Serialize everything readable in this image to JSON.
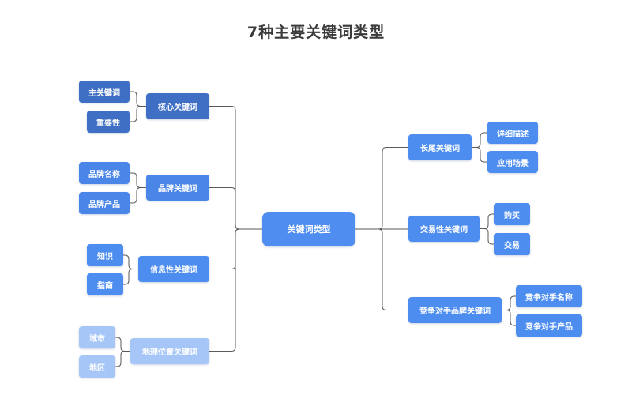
{
  "title": "7种主要关键词类型",
  "colors": {
    "root": "#4f8ef0",
    "core": "#3e6fc4",
    "brand": "#4a85e8",
    "info": "#4d8df0",
    "geo": "#a6c6f7",
    "right": "#4d8df0",
    "line": "#5a5a5a"
  },
  "root": {
    "label": "关键词类型"
  },
  "categories": {
    "core": {
      "label": "核心关键词",
      "children": [
        "主关键词",
        "重要性"
      ]
    },
    "brand": {
      "label": "品牌关键词",
      "children": [
        "品牌名称",
        "品牌产品"
      ]
    },
    "info": {
      "label": "信息性关键词",
      "children": [
        "知识",
        "指南"
      ]
    },
    "geo": {
      "label": "地理位置关键词",
      "children": [
        "城市",
        "地区"
      ]
    },
    "longtail": {
      "label": "长尾关键词",
      "children": [
        "详细描述",
        "应用场景"
      ]
    },
    "transactional": {
      "label": "交易性关键词",
      "children": [
        "购买",
        "交易"
      ]
    },
    "competitor": {
      "label": "竞争对手品牌关键词",
      "children": [
        "竞争对手名称",
        "竞争对手产品"
      ]
    }
  }
}
